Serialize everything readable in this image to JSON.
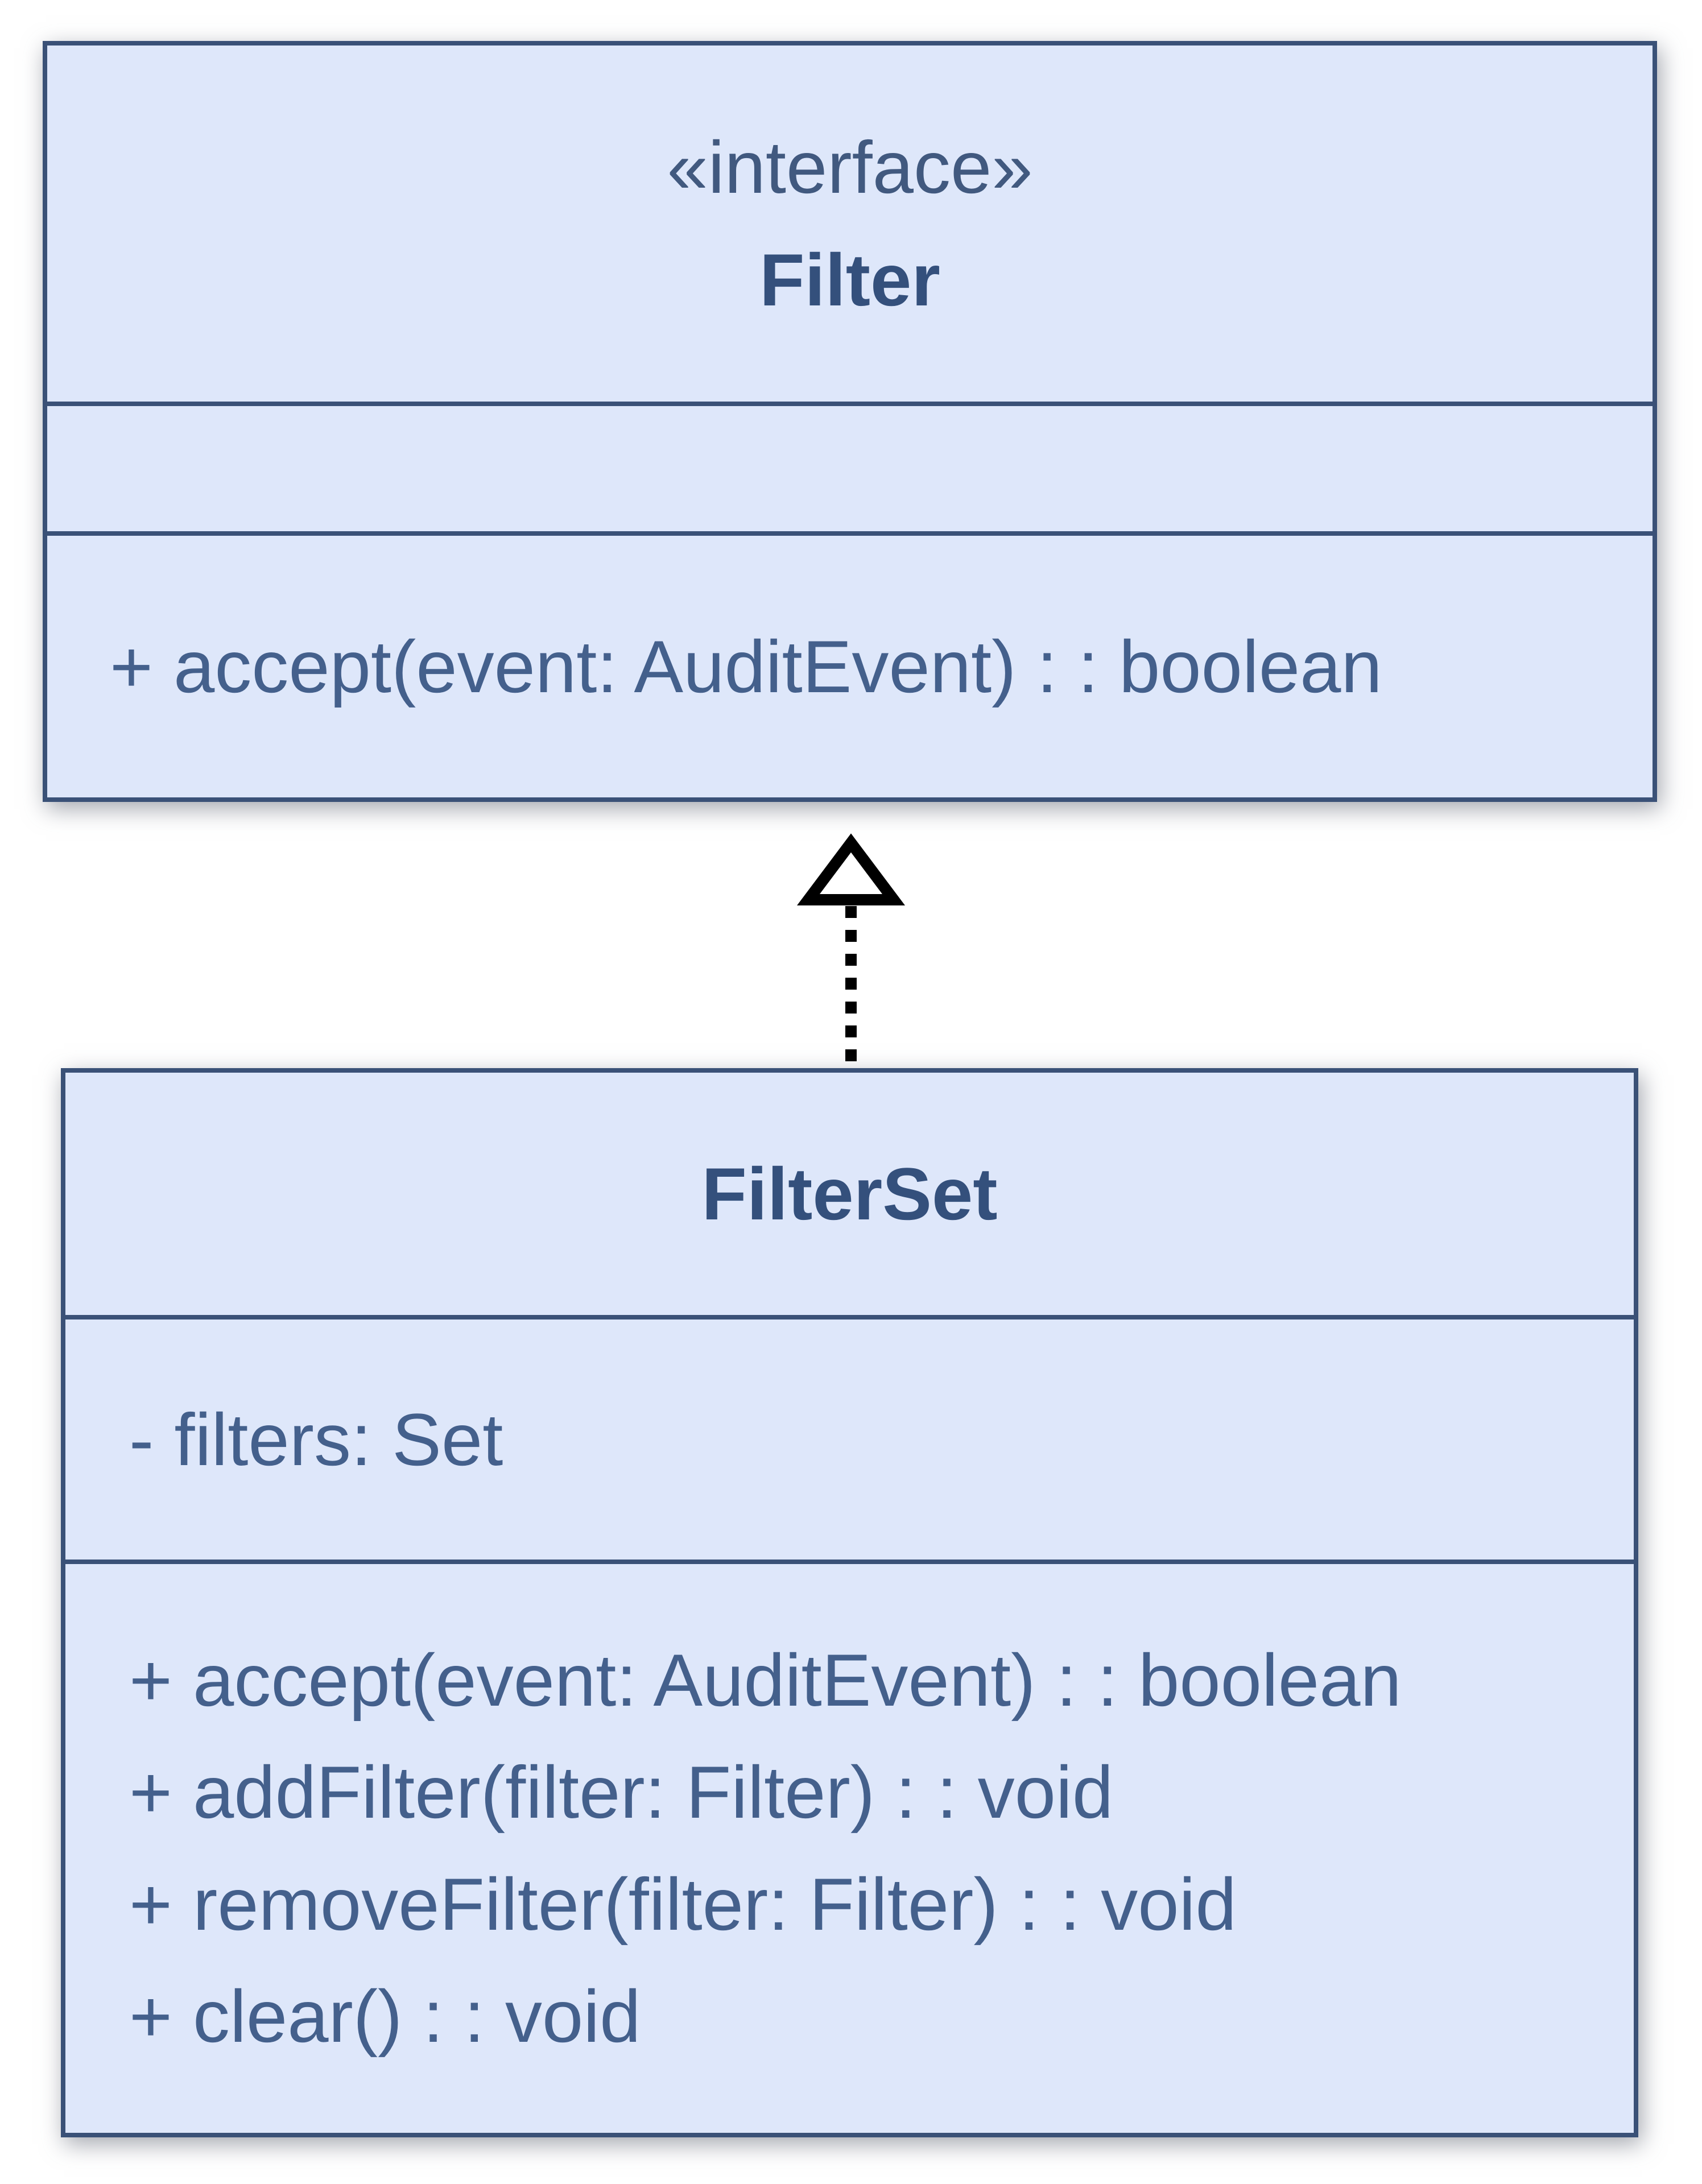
{
  "page": {
    "background": "#ffffff",
    "kind": "UML class diagram"
  },
  "colors": {
    "box_fill": "#dee7fa",
    "box_border": "#3a5177",
    "member_text": "#44608c",
    "title_text": "#34507c",
    "arrow": "#000000"
  },
  "filter_interface": {
    "stereotype": "«interface»",
    "name": "Filter",
    "attributes": [],
    "methods": [
      "+ accept(event: AuditEvent) : : boolean"
    ]
  },
  "filter_set": {
    "name": "FilterSet",
    "attributes": [
      "- filters: Set"
    ],
    "methods": [
      "+ accept(event: AuditEvent) : : boolean",
      "+ addFilter(filter: Filter) : : void",
      "+ removeFilter(filter: Filter) : : void",
      "+ clear() : : void"
    ]
  },
  "relationship": {
    "type": "realization",
    "from": "FilterSet",
    "to": "Filter",
    "line_style": "dashed",
    "arrowhead": "hollow-triangle"
  }
}
